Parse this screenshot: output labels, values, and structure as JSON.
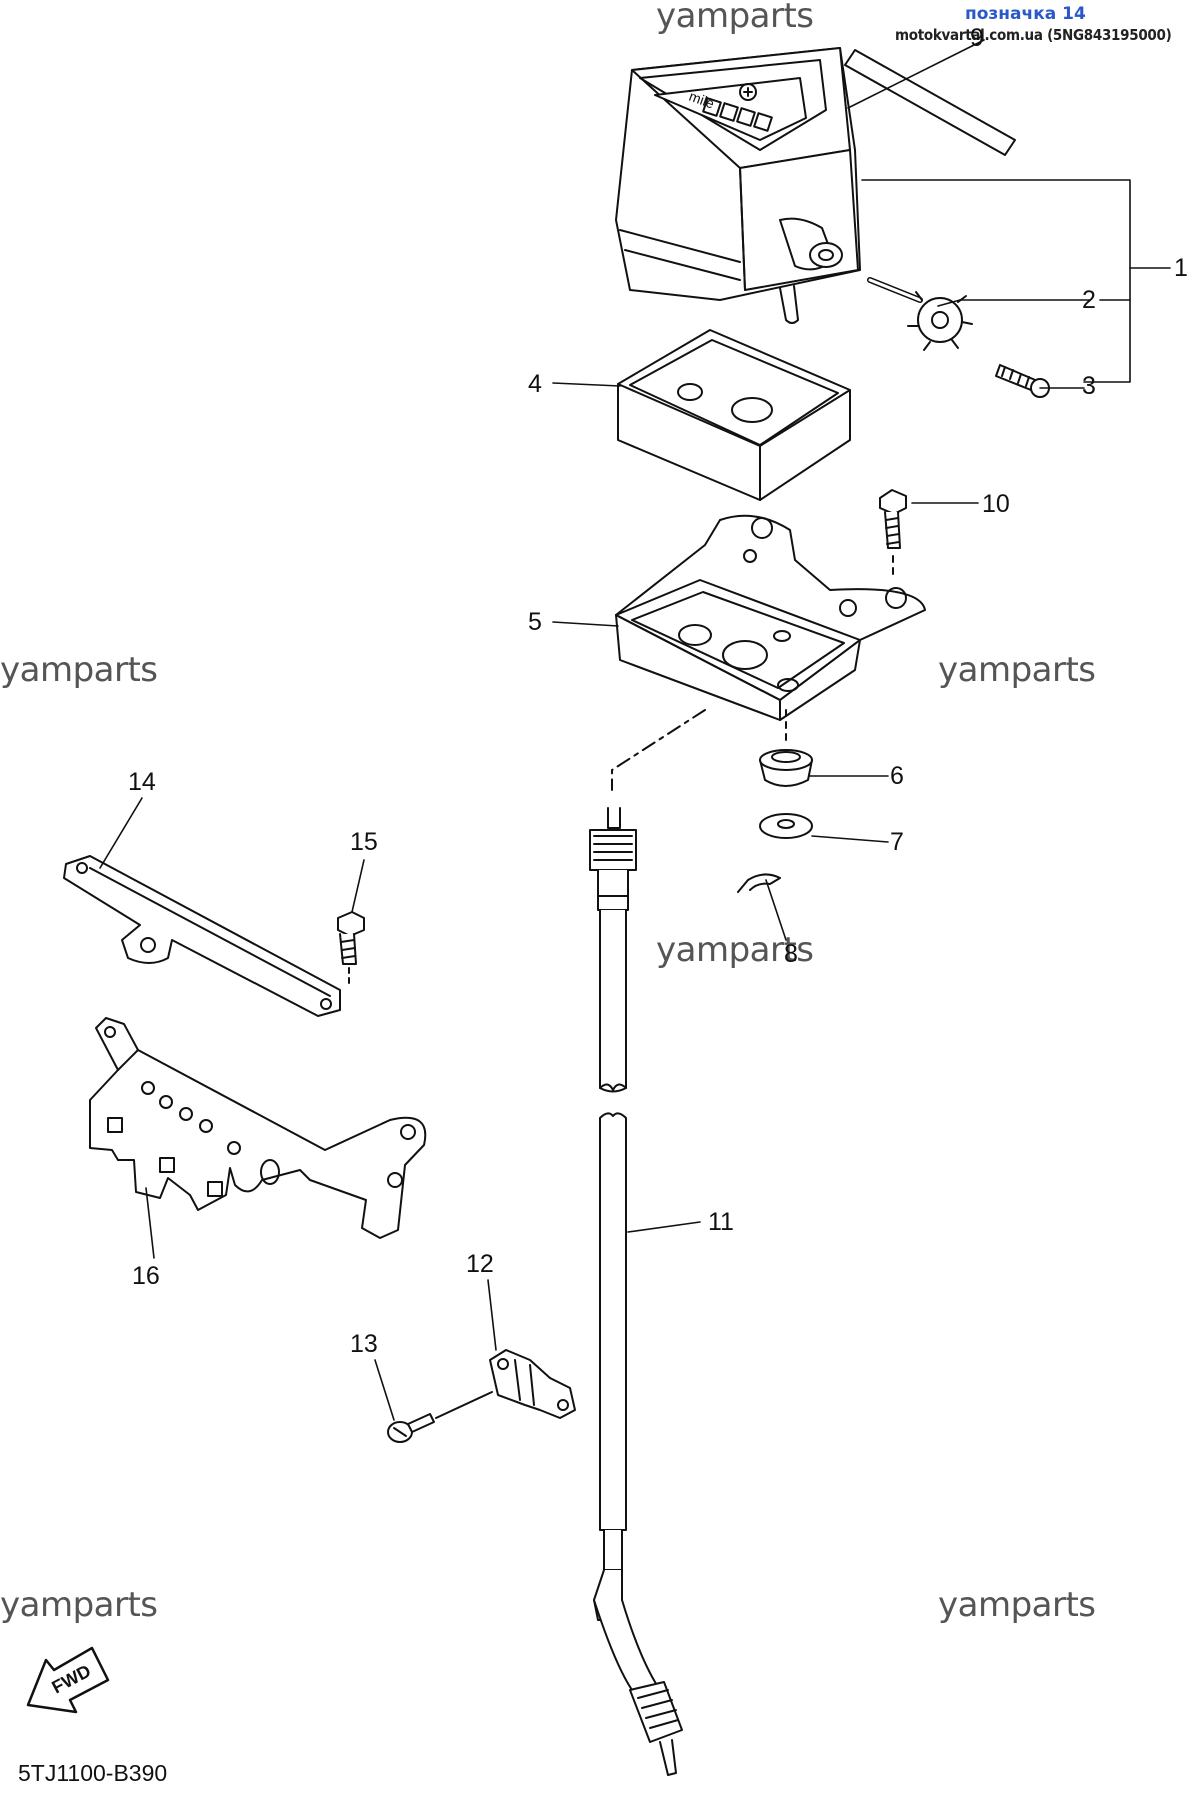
{
  "header": {
    "label": "позначка 14",
    "source": "motokvartal.com.ua (5NG843195000)"
  },
  "watermark": "yamparts",
  "diagram_code": "5TJ1100-B390",
  "fwd_label": "FWD",
  "gauge_face_text": "mile",
  "callouts": [
    "1",
    "2",
    "3",
    "4",
    "5",
    "6",
    "7",
    "8",
    "9",
    "10",
    "11",
    "12",
    "13",
    "14",
    "15",
    "16"
  ]
}
